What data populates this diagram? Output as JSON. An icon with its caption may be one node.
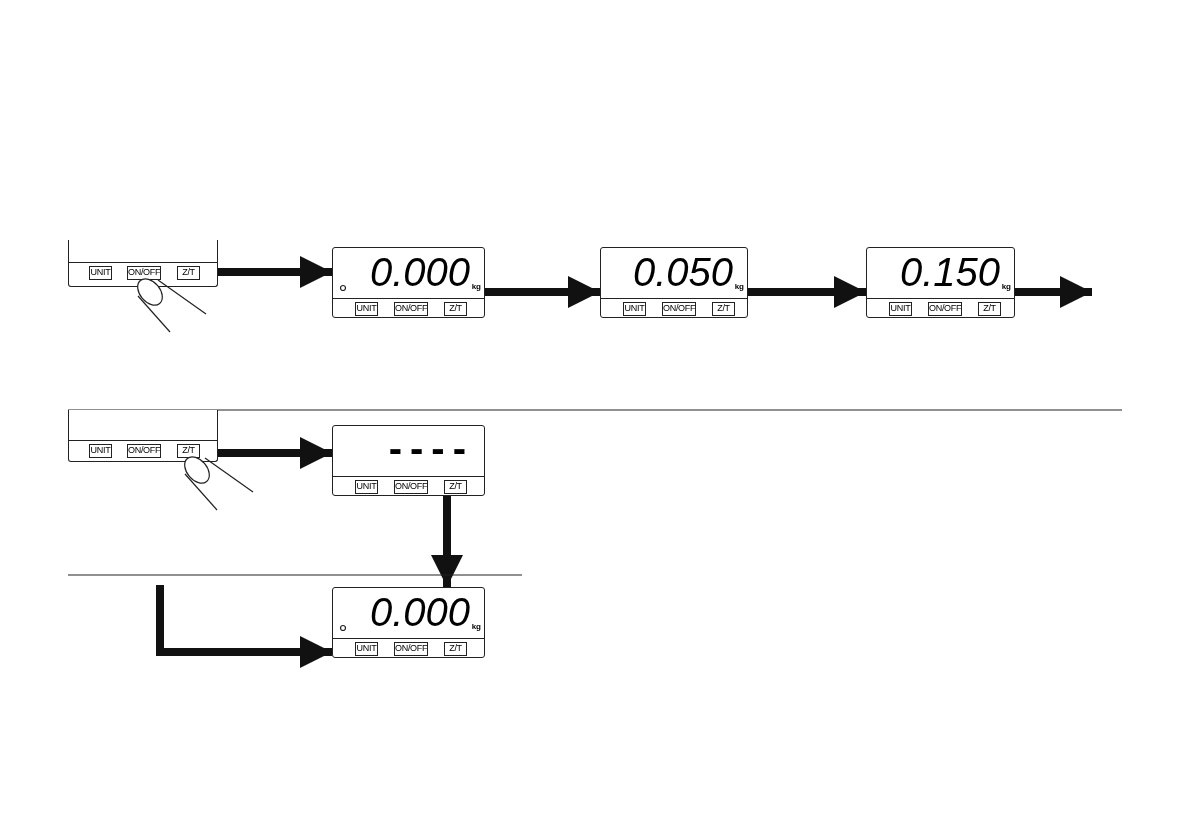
{
  "diagram": {
    "nodes": [
      {
        "text": [],
        "shape": "box"
      },
      {
        "text": [
          "UNIT"
        ],
        "in": 0
      },
      {
        "text": [
          "ON/OFF"
        ],
        "in": 0
      },
      {
        "text": [
          "Z/T"
        ],
        "in": 0
      },
      {
        "text": [
          "0.000",
          "kg"
        ]
      },
      {
        "text": [
          "UNIT"
        ],
        "in": 4
      },
      {
        "text": [
          "ON/OFF"
        ],
        "in": 4
      },
      {
        "text": [
          "Z/T"
        ],
        "in": 4
      },
      {
        "text": [
          "0.050",
          "kg"
        ]
      },
      {
        "text": [
          "UNIT"
        ],
        "in": 8
      },
      {
        "text": [
          "ON/OFF"
        ],
        "in": 8
      },
      {
        "text": [
          "Z/T"
        ],
        "in": 8
      },
      {
        "text": [
          "0.150",
          "kg"
        ]
      },
      {
        "text": [
          "UNIT"
        ],
        "in": 12
      },
      {
        "text": [
          "ON/OFF"
        ],
        "in": 12
      },
      {
        "text": [
          "Z/T"
        ],
        "in": 12
      },
      {
        "text": [],
        "shape": "box"
      },
      {
        "text": [
          "UNIT"
        ],
        "in": 16
      },
      {
        "text": [
          "ON/OFF"
        ],
        "in": 16
      },
      {
        "text": [
          "Z/T"
        ],
        "in": 16
      },
      {
        "text": [
          "----"
        ]
      },
      {
        "text": [
          "UNIT"
        ],
        "in": 20
      },
      {
        "text": [
          "ON/OFF"
        ],
        "in": 20
      },
      {
        "text": [
          "Z/T"
        ],
        "in": 20
      },
      {
        "text": [
          "0.000",
          "kg"
        ]
      },
      {
        "text": [
          "UNIT"
        ],
        "in": 24
      },
      {
        "text": [
          "ON/OFF"
        ],
        "in": 24
      },
      {
        "text": [
          "Z/T"
        ],
        "in": 24
      }
    ],
    "edges": [
      {
        "from": 0,
        "to": 4,
        "arrow": "to"
      },
      {
        "from": 4,
        "to": 8,
        "arrow": "to"
      },
      {
        "from": 8,
        "to": 12,
        "arrow": "to"
      },
      {
        "from": 12,
        "to": null,
        "arrow": "to"
      },
      {
        "from": 16,
        "to": 20,
        "arrow": "to"
      },
      {
        "from": 20,
        "to": 24,
        "arrow": "to"
      },
      {
        "from": null,
        "to": 24,
        "arrow": "to"
      }
    ]
  }
}
